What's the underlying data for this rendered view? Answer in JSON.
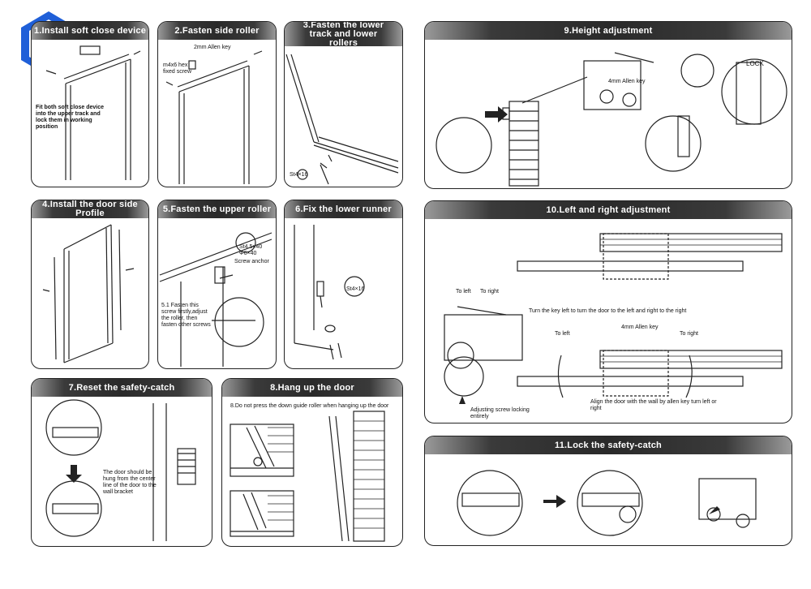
{
  "steps": {
    "s1": {
      "title": "1.Install soft close device",
      "note": "Fit both soft close device into the upper track and lock them in working position"
    },
    "s2": {
      "title": "2.Fasten side roller",
      "key": "2mm Allen key",
      "screw": "m4x6 hex fixed screw"
    },
    "s3": {
      "title": "3.Fasten the lower track and lower rollers",
      "screw": "St4×16"
    },
    "s4": {
      "title": "4.Install the door side Profile"
    },
    "s5": {
      "title": "5.Fasten the upper roller",
      "screw_a": "St4.5×40",
      "screw_b": "Φ6×40",
      "anchor": "Screw anchor",
      "note": "5.1 Fasten this screw firstly,adjust the roller, then fasten other screws"
    },
    "s6": {
      "title": "6.Fix the lower runner",
      "screw": "St4×16"
    },
    "s7": {
      "title": "7.Reset the safety-catch",
      "note": "The door should be hung from the center line of the door to the wall bracket"
    },
    "s8": {
      "title": "8.Hang up the door",
      "note": "8.Do not press the down guide roller when hanging up the door"
    },
    "s9": {
      "title": "9.Height adjustment",
      "key": "4mm Allen key",
      "lock": "LOCK"
    },
    "s10": {
      "title": "10.Left and right adjustment",
      "to_left_1": "To left",
      "to_right_1": "To right",
      "turn": "Turn the key left to turn the door to the left and right to the right",
      "key": "4mm Allen key",
      "to_left_2": "To left",
      "to_right_2": "To right",
      "align": "Align the door with the wall by allen key turn left or right",
      "warn": "Adjusting screw locking entirely"
    },
    "s11": {
      "title": "11.Lock the safety-catch"
    }
  },
  "colors": {
    "header_dark": "#2a2a2a",
    "logo_blue": "#1f5fd8",
    "line": "#222222"
  }
}
